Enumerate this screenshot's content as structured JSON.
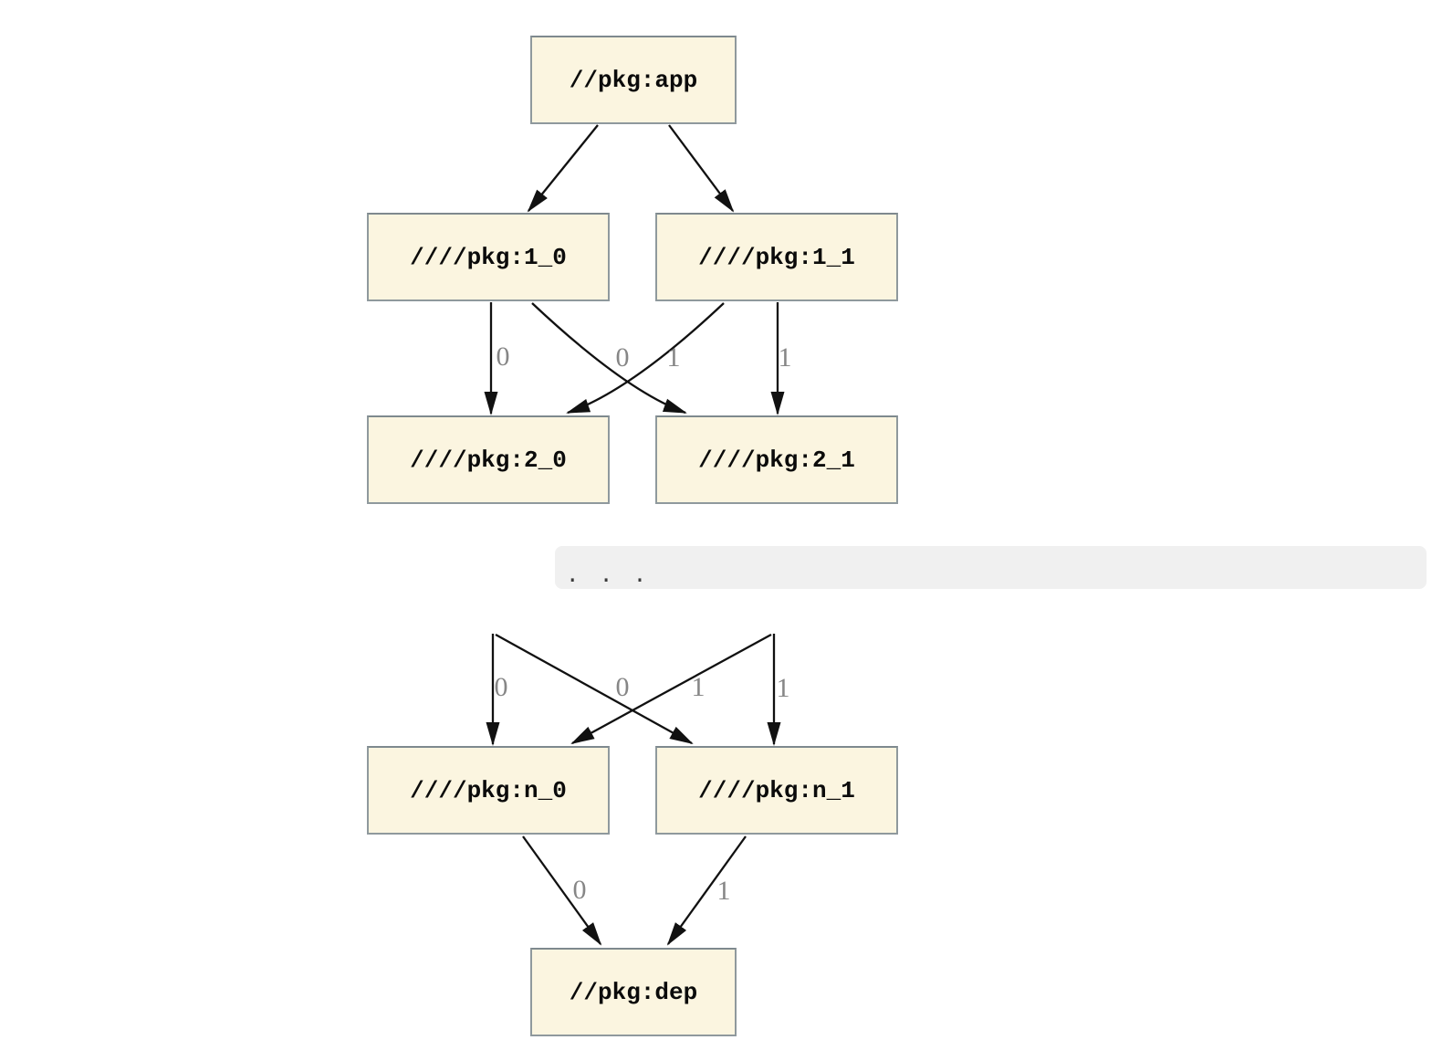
{
  "nodes": {
    "app": {
      "label": "//pkg:app"
    },
    "l1_0": {
      "label": "////pkg:1_0"
    },
    "l1_1": {
      "label": "////pkg:1_1"
    },
    "l2_0": {
      "label": "////pkg:2_0"
    },
    "l2_1": {
      "label": "////pkg:2_1"
    },
    "ln_0": {
      "label": "////pkg:n_0"
    },
    "ln_1": {
      "label": "////pkg:n_1"
    },
    "dep": {
      "label": "//pkg:dep"
    }
  },
  "edge_labels": {
    "band_1_2": {
      "v_left": "0",
      "cross_to_left": "0",
      "cross_to_right": "1",
      "v_right": "1"
    },
    "band_dots_n": {
      "v_left": "0",
      "cross_to_left": "0",
      "cross_to_right": "1",
      "v_right": "1"
    },
    "band_n_dep": {
      "from_n_0": "0",
      "from_n_1": "1"
    }
  },
  "ellipsis": {
    "dots": ". . ."
  },
  "colors": {
    "background": "#FFFFFF",
    "node_fill": "#FBF5E0",
    "node_border": "#8F999D",
    "edge": "#111111",
    "edge_label": "#868686",
    "ellipsis_bar": "#F0F0F0"
  }
}
